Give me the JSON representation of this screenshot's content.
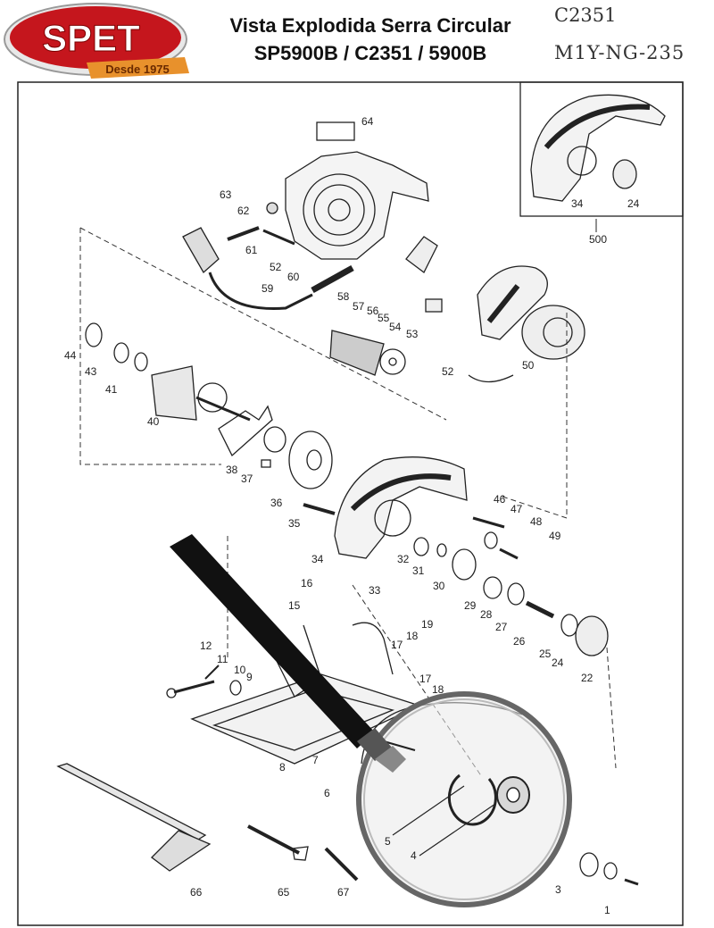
{
  "brand": {
    "name": "SPET",
    "tagline": "Desde 1975",
    "color_red": "#c5161d",
    "color_orange": "#e8912c"
  },
  "header": {
    "title_line1": "Vista Explodida Serra Circular",
    "title_line2": "SP5900B / C2351 / 5900B"
  },
  "model_codes": {
    "code1": "C2351",
    "code2": "M1Y-NG-235"
  },
  "parts": {
    "p1": "1",
    "p3": "3",
    "p4": "4",
    "p5": "5",
    "p6": "6",
    "p7": "7",
    "p8": "8",
    "p9": "9",
    "p10": "10",
    "p11": "11",
    "p12": "12",
    "p15": "15",
    "p16": "16",
    "p17a": "17",
    "p17b": "17",
    "p18a": "18",
    "p18b": "18",
    "p19": "19",
    "p22": "22",
    "p24a": "24",
    "p24b": "24",
    "p25": "25",
    "p26": "26",
    "p27": "27",
    "p28": "28",
    "p29": "29",
    "p30": "30",
    "p31": "31",
    "p32": "32",
    "p33": "33",
    "p34a": "34",
    "p34b": "34",
    "p35": "35",
    "p36": "36",
    "p37": "37",
    "p38": "38",
    "p40": "40",
    "p41": "41",
    "p43": "43",
    "p44": "44",
    "p46": "46",
    "p47": "47",
    "p48": "48",
    "p49": "49",
    "p50": "50",
    "p52a": "52",
    "p52b": "52",
    "p53": "53",
    "p54": "54",
    "p55": "55",
    "p56": "56",
    "p57": "57",
    "p58": "58",
    "p59": "59",
    "p60": "60",
    "p61": "61",
    "p62": "62",
    "p63": "63",
    "p64": "64",
    "p65": "65",
    "p66": "66",
    "p67": "67",
    "p500": "500"
  },
  "icons": {
    "magnifier": "magnifying-glass-icon"
  }
}
